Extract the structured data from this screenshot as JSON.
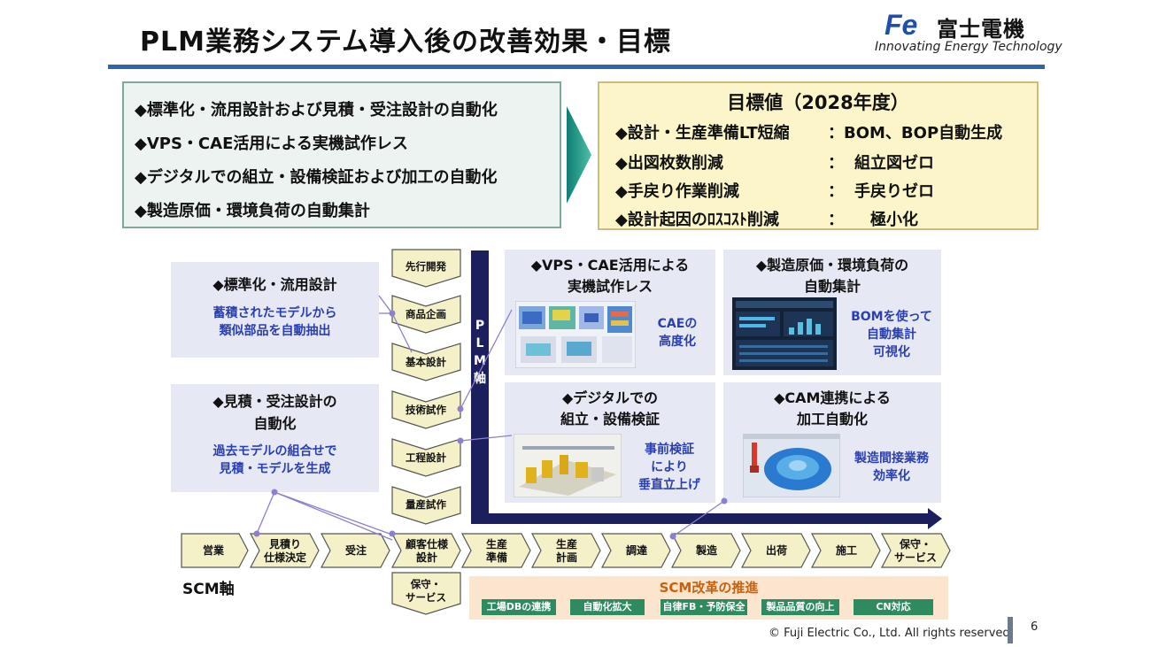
{
  "header": {
    "title": "PLM業務システム導入後の改善効果・目標",
    "company_name": "富士電機",
    "tagline": "Innovating Energy Technology",
    "logo_mark": "Fe"
  },
  "effects": [
    "◆標準化・流用設計および見積・受注設計の自動化",
    "◆VPS・CAE活用による実機試作レス",
    "◆デジタルでの組立・設備検証および加工の自動化",
    "◆製造原価・環境負荷の自動集計"
  ],
  "targets": {
    "heading": "目標値（2028年度）",
    "rows": [
      {
        "label": "◆設計・生産準備LT短縮",
        "colon": "：",
        "value": "BOM、BOP自動生成"
      },
      {
        "label": "◆出図枚数削減",
        "colon": "：",
        "value": "組立図ゼロ"
      },
      {
        "label": "◆手戻り作業削減",
        "colon": "：",
        "value": "手戻りゼロ"
      },
      {
        "label": "◆設計起因のﾛｽｺｽﾄ削減",
        "colon": "：",
        "value": "極小化"
      }
    ]
  },
  "panels": {
    "standardize": {
      "title": "◆標準化・流用設計",
      "desc1": "蓄積されたモデルから",
      "desc2": "類似部品を自動抽出"
    },
    "estimate": {
      "title1": "◆見積・受注設計の",
      "title2": "自動化",
      "desc1": "過去モデルの組合せで",
      "desc2": "見積・モデルを生成"
    },
    "vps": {
      "title1": "◆VPS・CAE活用による",
      "title2": "実機試作レス",
      "desc1": "CAEの",
      "desc2": "高度化"
    },
    "cost": {
      "title1": "◆製造原価・環境負荷の",
      "title2": "自動集計",
      "desc1": "BOMを使って",
      "desc2": "自動集計",
      "desc3": "可視化"
    },
    "digital": {
      "title1": "◆デジタルでの",
      "title2": "組立・設備検証",
      "desc1": "事前検証",
      "desc2": "により",
      "desc3": "垂直立上げ"
    },
    "cam": {
      "title1": "◆CAM連携による",
      "title2": "加工自動化",
      "desc1": "製造間接業務",
      "desc2": "効率化"
    }
  },
  "plm_axis": {
    "label_chars": [
      "P",
      "L",
      "M",
      "軸"
    ]
  },
  "plm_steps": [
    "先行開発",
    "商品企画",
    "基本設計",
    "技術試作",
    "工程設計",
    "量産試作"
  ],
  "scm_steps": [
    [
      "営業"
    ],
    [
      "見積り",
      "仕様決定"
    ],
    [
      "受注"
    ],
    [
      "顧客仕様",
      "設計"
    ],
    [
      "生産",
      "準備"
    ],
    [
      "生産",
      "計画"
    ],
    [
      "調達"
    ],
    [
      "製造"
    ],
    [
      "出荷"
    ],
    [
      "施工"
    ],
    [
      "保守・",
      "サービス"
    ]
  ],
  "scm_below": [
    "保守・",
    "サービス"
  ],
  "scm": {
    "axis_label": "SCM軸",
    "reform_title": "SCM改革の推進",
    "chips": [
      "工場DBの連携",
      "自動化拡大",
      "自律FB・予防保全",
      "製品品質の向上",
      "CN対応"
    ]
  },
  "footer": {
    "copyright": "© Fuji Electric Co., Ltd. All rights reserved.",
    "page": "6"
  },
  "colors": {
    "accent_blue": "#2f66a6",
    "plm_navy": "#1c1f5e",
    "chip_green": "#2e8a5f",
    "reform_orange": "#c6620d"
  }
}
